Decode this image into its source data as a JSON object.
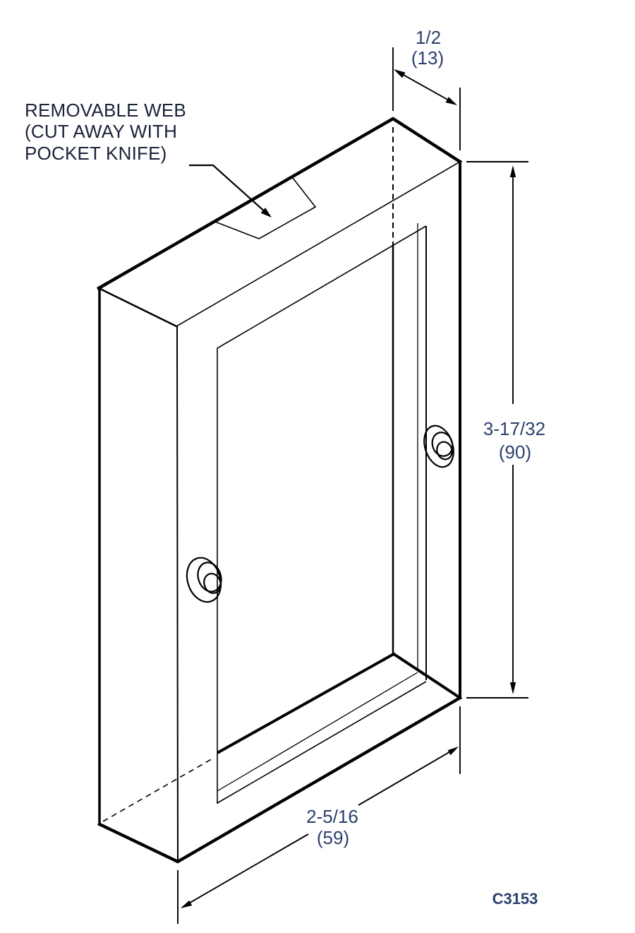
{
  "figure": {
    "background": "#ffffff",
    "line_color": "#000000",
    "label_color": "#1a2238",
    "dim_color": "#2c3f6e",
    "drawing_number": "C3153"
  },
  "callout": {
    "line1": "REMOVABLE WEB",
    "line2": "(CUT AWAY WITH",
    "line3": "POCKET KNIFE)"
  },
  "dimensions": {
    "depth_top": {
      "inches": "1/2",
      "mm": "(13)"
    },
    "height_right": {
      "inches": "3-17/32",
      "mm": "(90)"
    },
    "width_bottom": {
      "inches": "2-5/16",
      "mm": "(59)"
    }
  }
}
